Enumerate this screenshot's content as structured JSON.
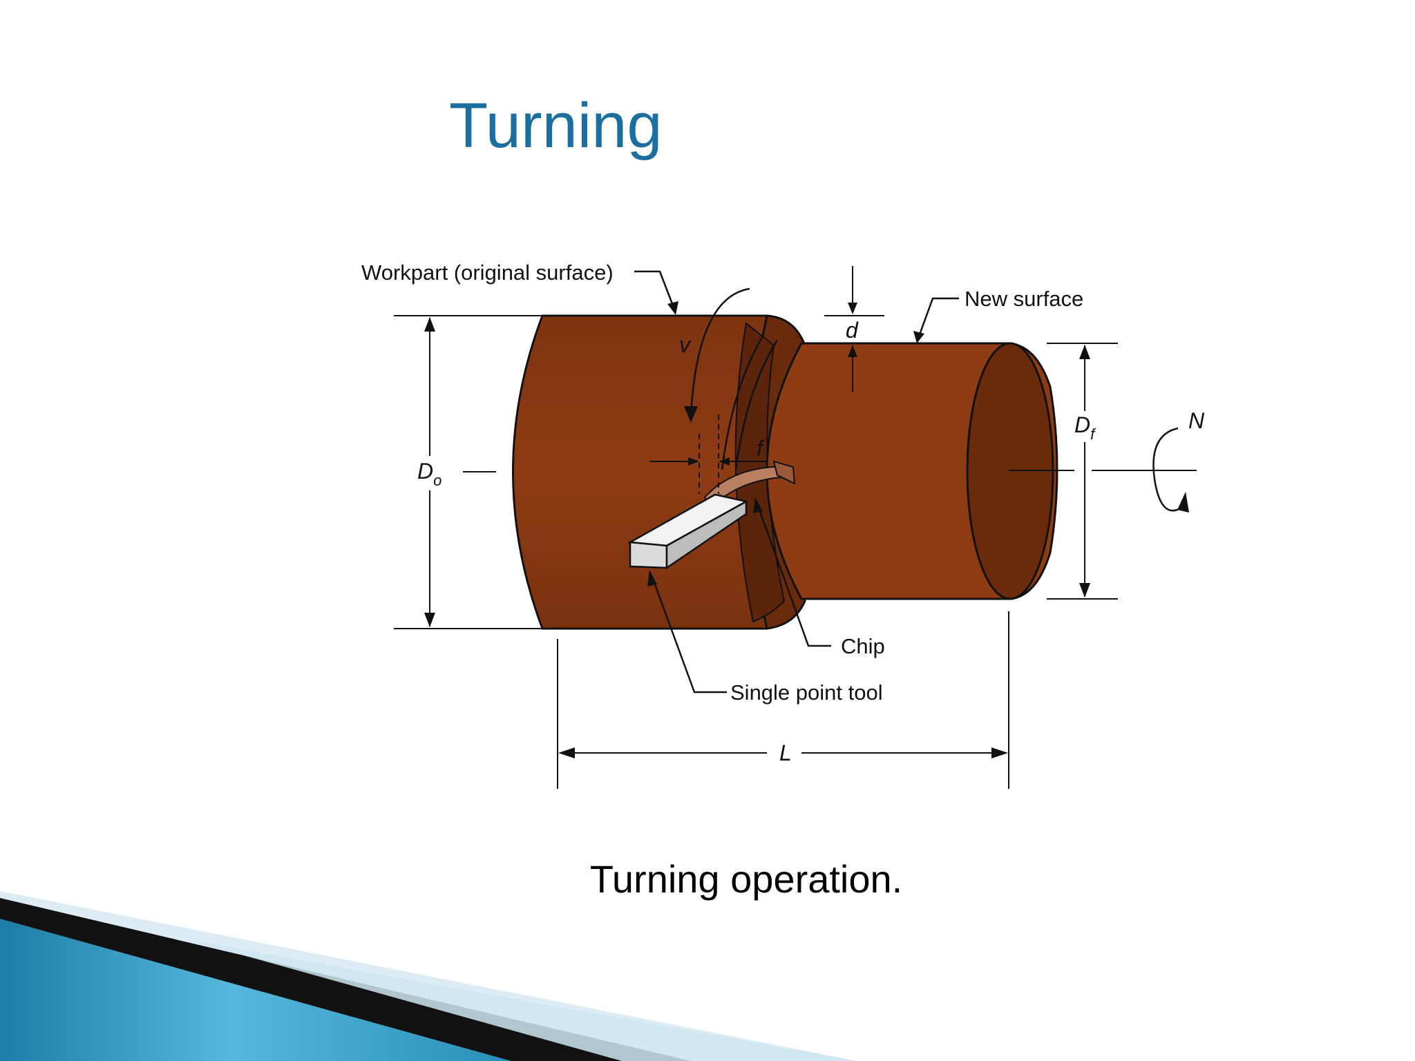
{
  "title": "Turning",
  "caption": "Turning operation.",
  "diagram": {
    "labels": {
      "workpart": "Workpart (original surface)",
      "new_surface": "New surface",
      "chip": "Chip",
      "tool": "Single point tool"
    },
    "symbols": {
      "v": "v",
      "d": "d",
      "f": "f",
      "N": "N",
      "L": "L",
      "Do_main": "D",
      "Do_sub": "o",
      "Df_main": "D",
      "Df_sub": "f"
    }
  },
  "colors": {
    "title": "#1a6f9e",
    "workpart": "#8a3a12",
    "workpart_dark": "#6a2a0c",
    "tool": "#e6e6e6",
    "banner_blue": "#2a8fb8",
    "banner_light": "#cfe6f2"
  }
}
